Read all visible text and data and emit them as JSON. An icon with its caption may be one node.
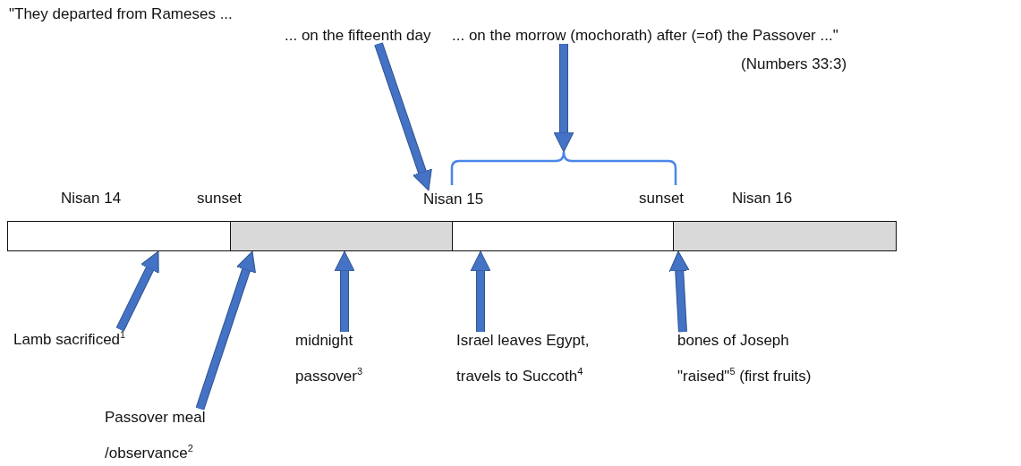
{
  "diagram": {
    "nodes": [
      {
        "text": [
          "... on the fifteenth day"
        ]
      },
      {
        "text": [
          "... on the morrow (mochorath) after (=of) the Passover ...\""
        ]
      },
      {
        "text": [],
        "shape": "brace"
      },
      {
        "text": [
          "Nisan 15"
        ]
      },
      {
        "text": [],
        "shape": "box"
      },
      {
        "text": [],
        "shape": "box"
      },
      {
        "text": [],
        "shape": "box"
      },
      {
        "text": [],
        "shape": "box"
      },
      {
        "text": [
          "Lamb sacrificed$^{1}$"
        ]
      },
      {
        "text": [
          "Passover meal /observance$^{2}$"
        ]
      },
      {
        "text": [
          "midnight passover$^{3}$"
        ]
      },
      {
        "text": [
          "Israel leaves Egypt, travels to Succoth$^{4}$"
        ]
      },
      {
        "text": [
          "bones of Joseph \"raised\"$^{5}$ (first fruits)"
        ]
      }
    ],
    "edges": [
      {
        "from": 0,
        "to": 3,
        "arrow": "to"
      },
      {
        "from": 1,
        "to": 2,
        "arrow": "to"
      },
      {
        "from": 8,
        "to": 4,
        "arrow": "to"
      },
      {
        "from": 9,
        "to": 5,
        "arrow": "to"
      },
      {
        "from": 10,
        "to": 5,
        "arrow": "to"
      },
      {
        "from": 11,
        "to": 6,
        "arrow": "to"
      },
      {
        "from": 12,
        "to": 7,
        "arrow": "to"
      }
    ],
    "labels": [
      "\"They departed from Rameses ...",
      "(Numbers 33:3)",
      "Nisan 14",
      "sunset",
      "sunset",
      "Nisan 16"
    ]
  }
}
